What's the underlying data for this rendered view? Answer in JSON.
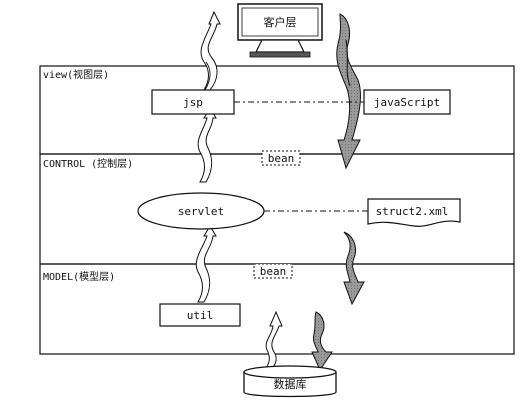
{
  "client": {
    "label": "客户层",
    "icon": "computer-monitor-icon"
  },
  "layers": [
    {
      "label": "view(视图层)"
    },
    {
      "label": "CONTROL (控制层)"
    },
    {
      "label": "MODEL(模型层)"
    }
  ],
  "nodes": {
    "jsp": "jsp",
    "javascript": "javaScript",
    "servlet": "servlet",
    "struts": "struct2.xml",
    "util": "util",
    "database": "数据库"
  },
  "beans": [
    "bean",
    "bean"
  ],
  "colors": {
    "line": "#111111",
    "arrow_dark": "#8a8a8a",
    "arrow_light": "#ffffff",
    "box_bg": "#ffffff"
  }
}
